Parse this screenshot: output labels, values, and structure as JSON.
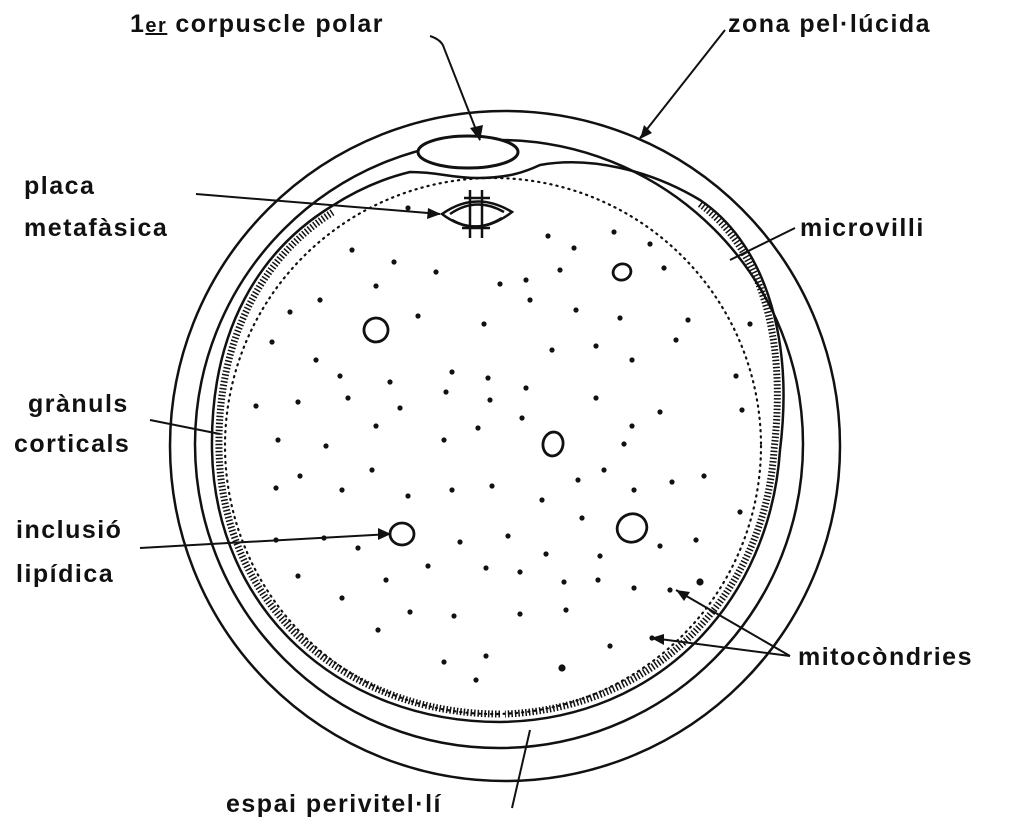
{
  "labels": {
    "polar_body_prefix": "1",
    "polar_body_ordinal": "er",
    "polar_body": "corpuscle polar",
    "zona": "zona pel·lúcida",
    "placa_line1": "placa",
    "placa_line2": "metafàsica",
    "microvilli": "microvilli",
    "granuls_line1": "grànuls",
    "granuls_line2": "corticals",
    "inclusio_line1": "inclusió",
    "inclusio_line2": "lipídica",
    "mitocondries": "mitocòndries",
    "espai": "espai perivitel·lí"
  },
  "colors": {
    "ink": "#111111",
    "background": "#ffffff"
  }
}
